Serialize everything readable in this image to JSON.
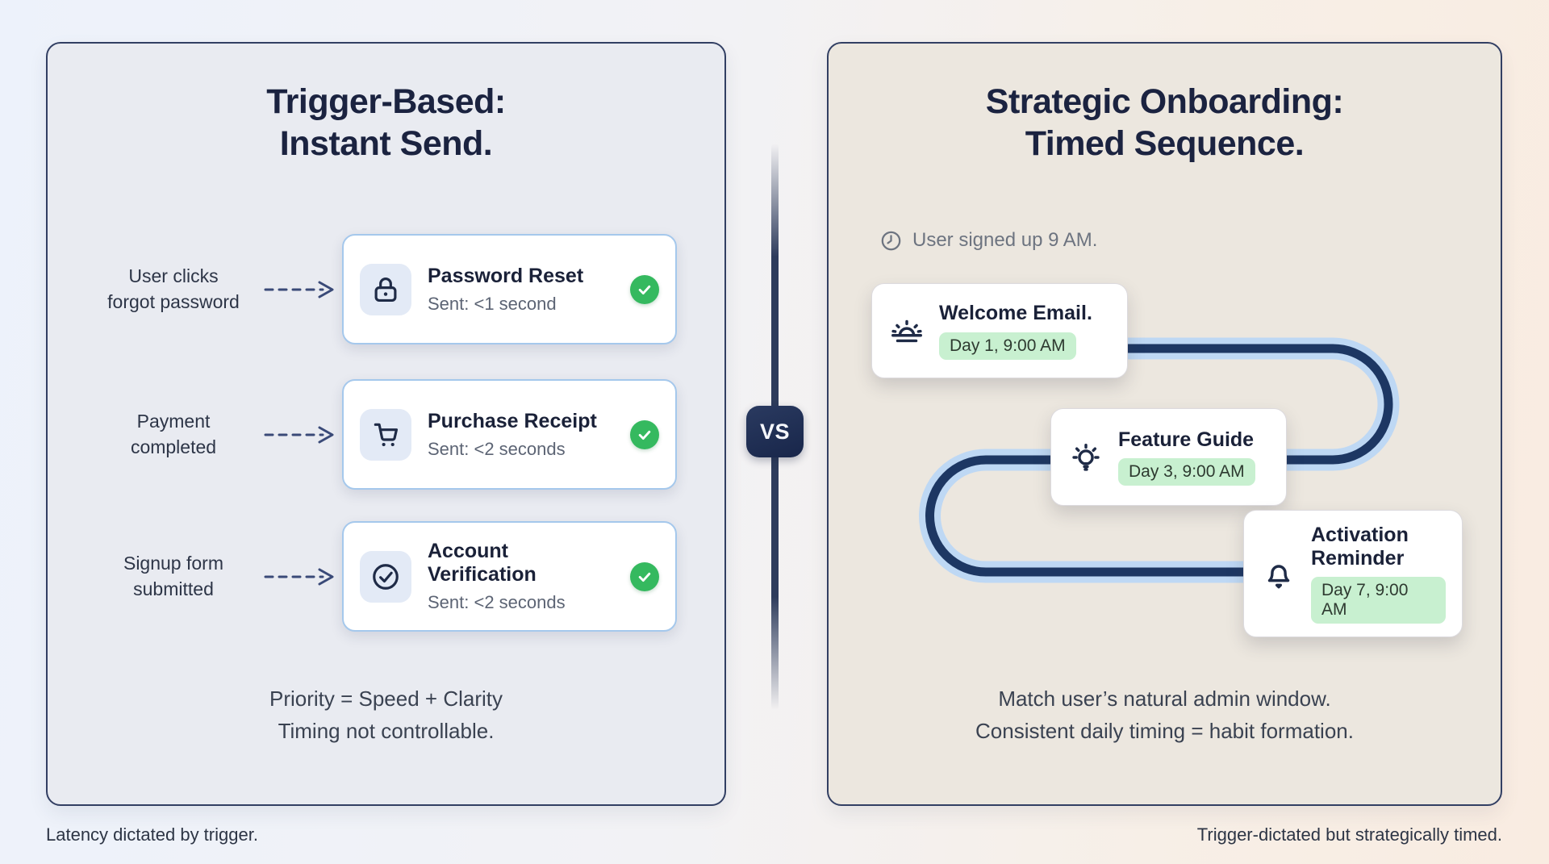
{
  "left_panel": {
    "title_line1": "Trigger-Based:",
    "title_line2": "Instant Send.",
    "rows": [
      {
        "trigger_line1": "User clicks",
        "trigger_line2": "forgot password",
        "card_title": "Password Reset",
        "card_subtitle": "Sent: <1 second",
        "icon": "lock-icon"
      },
      {
        "trigger_line1": "Payment",
        "trigger_line2": "completed",
        "card_title": "Purchase Receipt",
        "card_subtitle": "Sent: <2 seconds",
        "icon": "cart-icon"
      },
      {
        "trigger_line1": "Signup form",
        "trigger_line2": "submitted",
        "card_title": "Account Verification",
        "card_subtitle": "Sent: <2 seconds",
        "icon": "circle-check-icon"
      }
    ],
    "summary_line1": "Priority = Speed + Clarity",
    "summary_line2": "Timing not controllable.",
    "footnote": "Latency dictated by trigger."
  },
  "divider": {
    "vs_label": "VS"
  },
  "right_panel": {
    "title_line1": "Strategic Onboarding:",
    "title_line2": "Timed Sequence.",
    "signup_note": "User signed up 9 AM.",
    "steps": [
      {
        "title": "Welcome Email.",
        "badge": "Day 1, 9:00 AM",
        "icon": "sunrise-icon"
      },
      {
        "title": "Feature Guide",
        "badge": "Day 3, 9:00 AM",
        "icon": "lightbulb-icon"
      },
      {
        "title": "Activation Reminder",
        "badge": "Day 7, 9:00 AM",
        "icon": "bell-icon"
      }
    ],
    "summary_line1": "Match user’s natural admin window.",
    "summary_line2": "Consistent daily timing = habit formation.",
    "footnote": "Trigger-dictated but strategically timed."
  },
  "colors": {
    "navy_dark": "#1b2340",
    "panel_border": "#323f63",
    "left_panel_bg": "#e9ebf1",
    "right_panel_bg": "#ece7df",
    "card_border_blue": "#a5c8ec",
    "icon_tile_bg": "#e3eaf6",
    "check_green": "#35b95f",
    "pill_green_bg": "#c8f0d0",
    "snake_outer_blue": "#bed8f4",
    "snake_inner_navy": "#1d3763",
    "muted_text": "#5c6474"
  }
}
